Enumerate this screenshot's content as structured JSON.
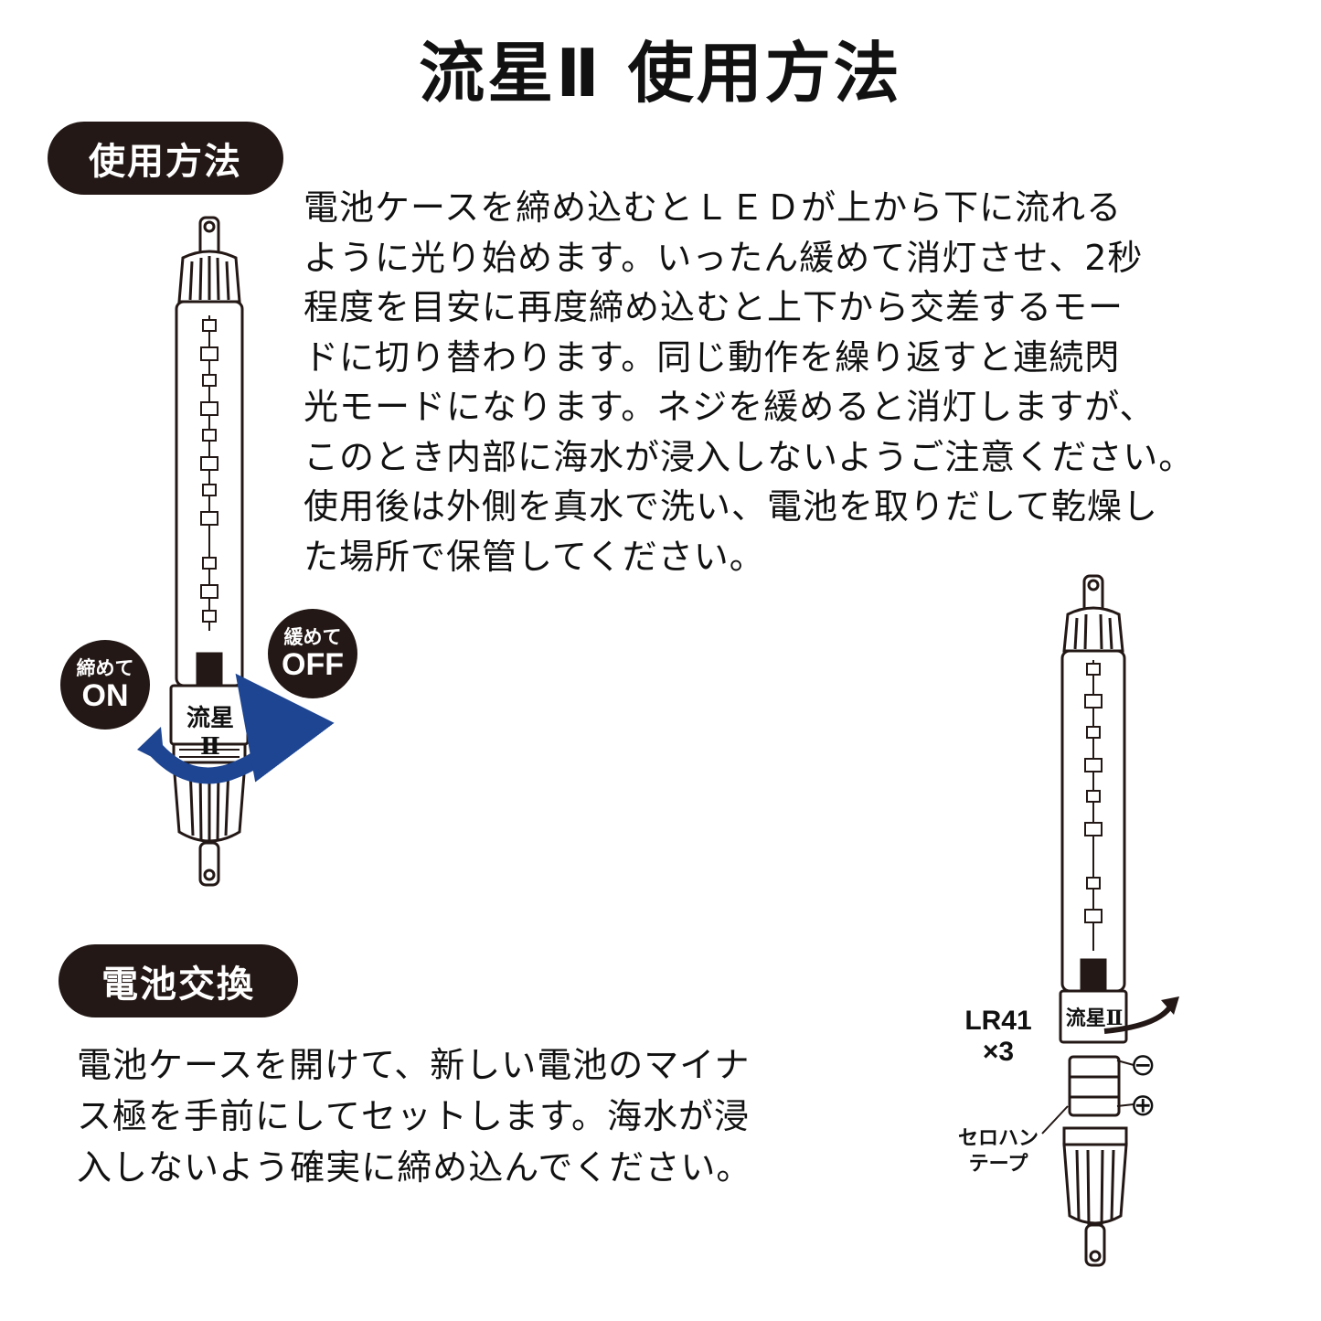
{
  "title": "流星Ⅱ 使用方法",
  "usage": {
    "heading": "使用方法",
    "text": "電池ケースを締め込むとＬＥＤが上から下に流れる\nように光り始めます。いったん緩めて消灯させ、2秒\n程度を目安に再度締め込むと上下から交差するモー\nドに切り替わります。同じ動作を繰り返すと連続閃\n光モードになります。ネジを緩めると消灯しますが、\nこのとき内部に海水が浸入しないようご注意ください。\n使用後は外側を真水で洗い、電池を取りだして乾燥し\nた場所で保管してください。",
    "tighten_small": "締めて",
    "tighten_big": "ON",
    "loosen_small": "緩めて",
    "loosen_big": "OFF",
    "product_label": "流星Ⅱ"
  },
  "battery": {
    "heading": "電池交換",
    "text": "電池ケースを開けて、新しい電池のマイナ\nス極を手前にしてセットします。海水が浸\n入しないよう確実に締め込んでください。",
    "battery_type": "LR41",
    "battery_count": "×3",
    "minus_symbol": "⊖",
    "plus_symbol": "⊕",
    "tape_line1": "セロハン",
    "tape_line2": "テープ",
    "product_label": "流星Ⅱ"
  },
  "colors": {
    "dark": "#231815",
    "arrow_blue": "#1d4592"
  }
}
